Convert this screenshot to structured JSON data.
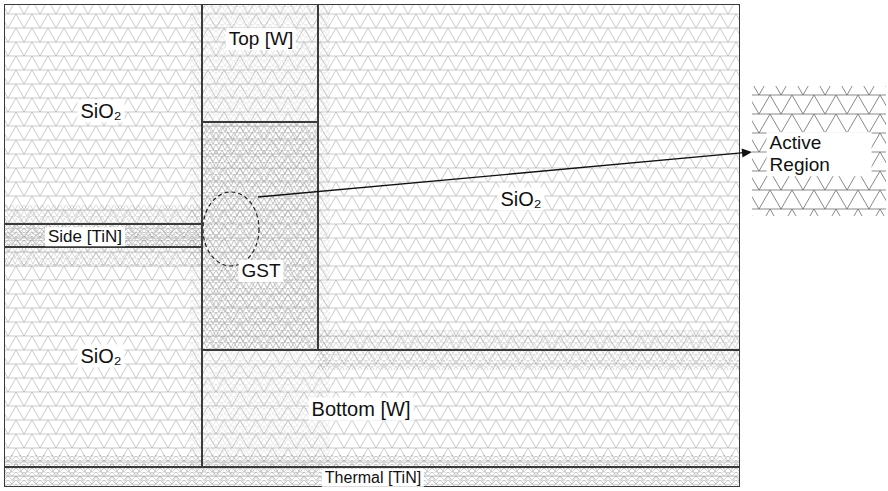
{
  "diagram": {
    "nodes": [
      {
        "text": [
          "SiO₂"
        ]
      },
      {
        "text": [
          "Top [W]"
        ]
      },
      {
        "text": [
          "SiO₂"
        ]
      },
      {
        "text": [
          "Side [TiN]"
        ]
      },
      {
        "text": [
          "GST"
        ]
      },
      {
        "text": [
          "SiO₂"
        ]
      },
      {
        "text": [
          "Bottom [W]"
        ]
      },
      {
        "text": [
          "Thermal [TiN]"
        ]
      },
      {
        "text": [
          "Active Region"
        ]
      }
    ],
    "edges": [
      {
        "from": 4,
        "to": 8,
        "arrow": "to"
      }
    ]
  }
}
